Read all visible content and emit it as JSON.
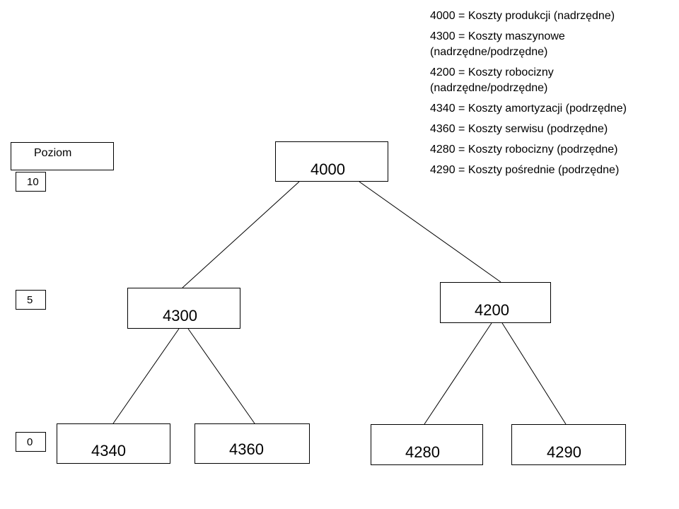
{
  "diagram": {
    "nodes": {
      "n4000": "4000",
      "n4300": "4300",
      "n4200": "4200",
      "n4340": "4340",
      "n4360": "4360",
      "n4280": "4280",
      "n4290": "4290"
    },
    "levels": {
      "header": "Poziom",
      "l10": "10",
      "l5": "5",
      "l0": "0"
    },
    "legend": [
      "4000 = Koszty produkcji (nadrzędne)",
      "4300 = Koszty maszynowe (nadrzędne/podrzędne)",
      "4200 = Koszty robocizny (nadrzędne/podrzędne)",
      "4340 = Koszty amortyzacji (podrzędne)",
      "4360 = Koszty serwisu (podrzędne)",
      "4280 = Koszty robocizny (podrzędne)",
      "4290 = Koszty pośrednie (podrzędne)"
    ],
    "colors": {
      "line": "#000000",
      "background": "#ffffff"
    }
  }
}
